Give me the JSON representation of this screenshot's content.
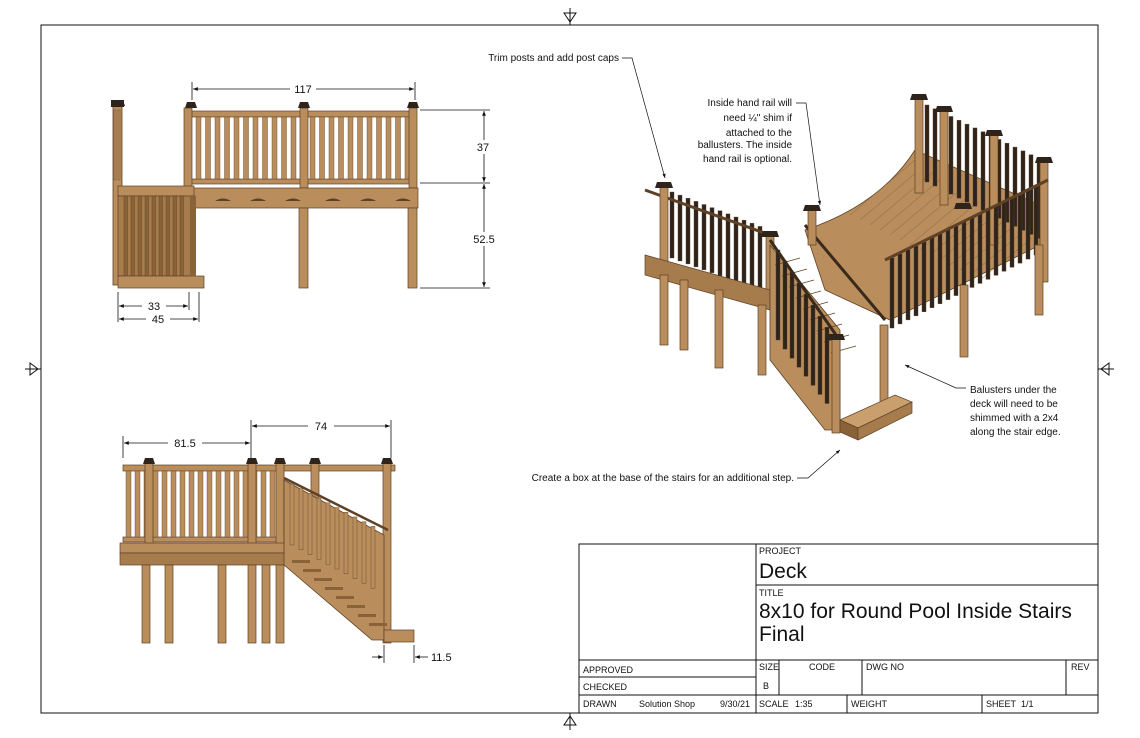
{
  "dimensions": {
    "side_width_top": "117",
    "side_rail_height": "37",
    "side_deck_height": "52.5",
    "side_stair_inner": "33",
    "side_stair_outer": "45",
    "front_left": "81.5",
    "front_right": "74",
    "front_box": "11.5"
  },
  "notes": {
    "post_caps": "Trim posts and add post caps",
    "hand_rail": [
      "Inside hand rail will",
      "need ¼\" shim if",
      "attached to the",
      "ballusters.  The inside",
      "hand rail is optional."
    ],
    "balusters": [
      "Balusters under the",
      "deck will need to be",
      "shimmed with a 2x4",
      "along the stair edge."
    ],
    "box": "Create a box at the base of the stairs for an additional step."
  },
  "title_block": {
    "project_label": "PROJECT",
    "project": "Deck",
    "title_label": "TITLE",
    "title_line1": "8x10 for Round Pool Inside Stairs",
    "title_line2": "Final",
    "approved": "APPROVED",
    "checked": "CHECKED",
    "drawn": "DRAWN",
    "drawn_by": "Solution Shop",
    "drawn_date": "9/30/21",
    "size_label": "SIZE",
    "size": "B",
    "code_label": "CODE",
    "dwg_label": "DWG NO",
    "rev_label": "REV",
    "scale_label": "SCALE",
    "scale": "1:35",
    "weight_label": "WEIGHT",
    "sheet_label": "SHEET",
    "sheet": "1/1"
  },
  "colors": {
    "wood": "#b98e5c",
    "wood_dark": "#8a6238",
    "wood_shadow": "#5e4126",
    "rail_dark": "#2e241c",
    "line": "#111111"
  }
}
